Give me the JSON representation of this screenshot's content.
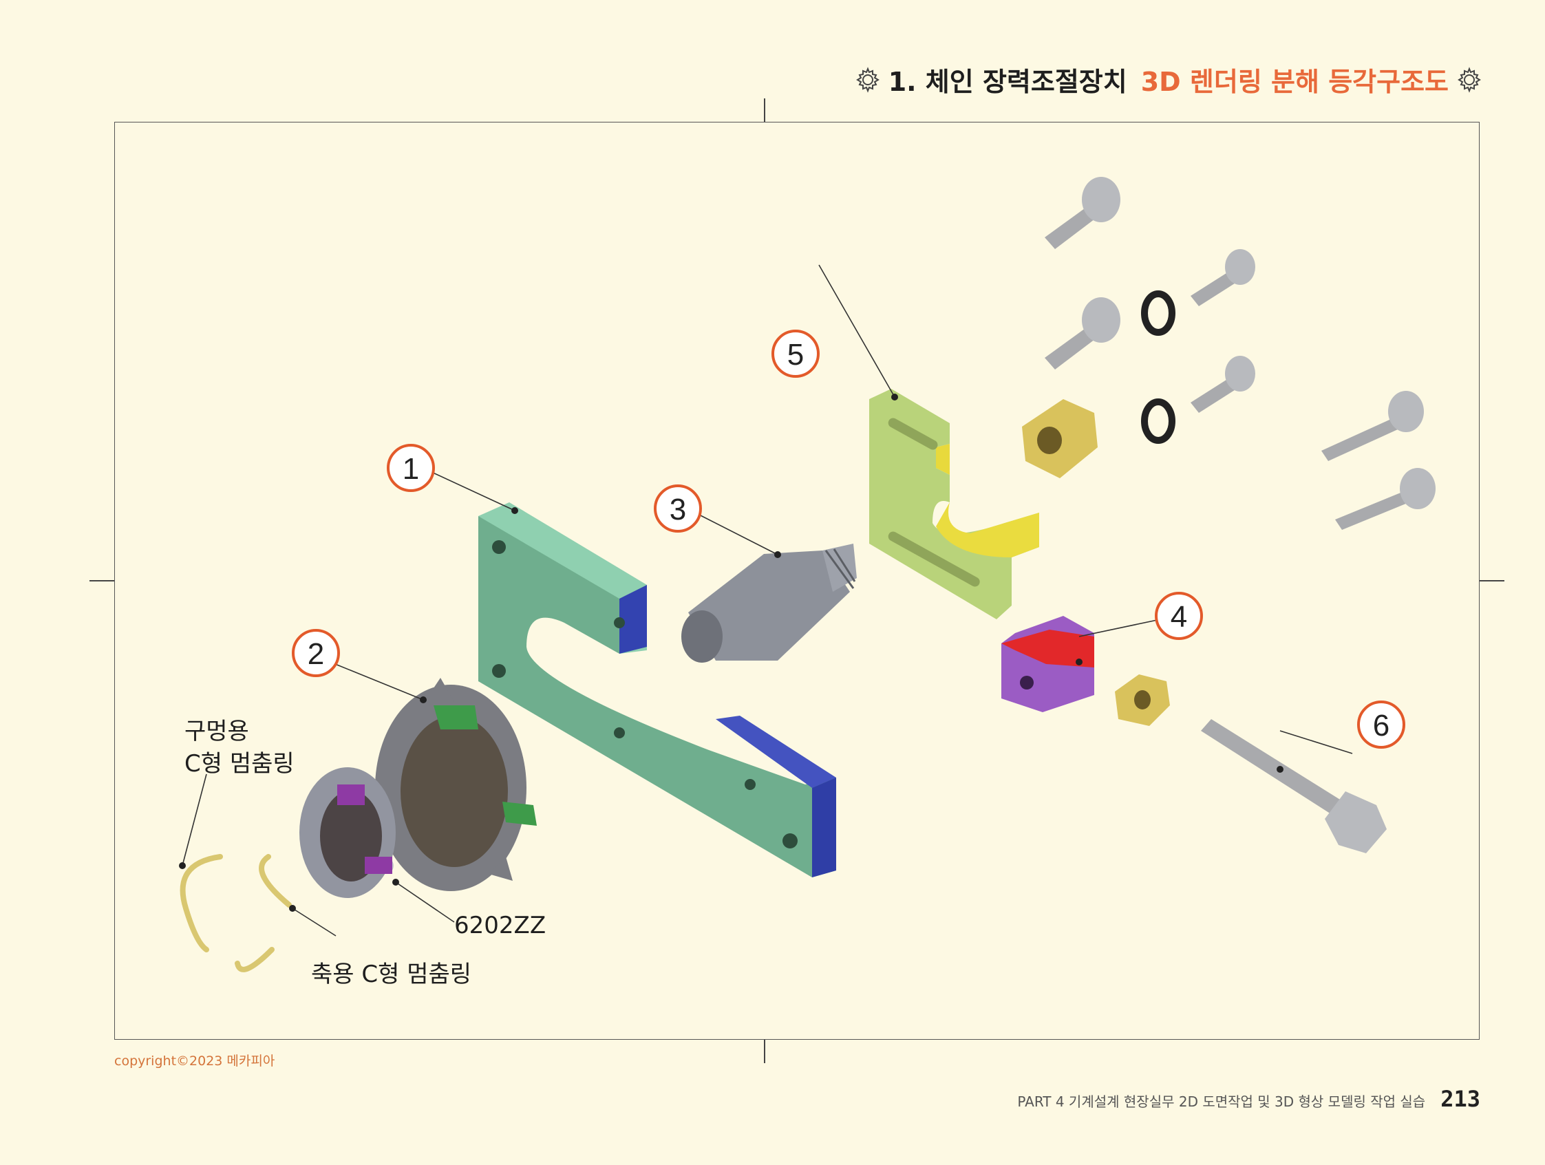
{
  "header": {
    "title_main": "1. 체인 장력조절장치",
    "title_accent": "3D 렌더링 분해 등각구조도",
    "accent_color": "#e8693a"
  },
  "callouts": [
    "1",
    "2",
    "3",
    "4",
    "5",
    "6"
  ],
  "labels": {
    "hole_ring_line1": "구멍용",
    "hole_ring_line2": "C형 멈춤링",
    "shaft_ring": "축용 C형 멈춤링",
    "bearing": "6202ZZ"
  },
  "copyright": "copyright©2023 메카피아",
  "footer": {
    "part": "PART 4 기계설계 현장실무 2D 도면작업 및 3D 형상 모델링 작업 실습",
    "page": "213"
  },
  "icons": [
    "gear-icon"
  ],
  "part_colors": {
    "plate_1": "#7cc3a0",
    "plate_face": "#3a49b8",
    "sprocket": "#7a7a80",
    "pin_3": "#8a8e96",
    "block_4": "#9b5cc4",
    "block_4_top": "#e2282a",
    "plate_5": "#b9d37a",
    "plate_5_face": "#e9dd3c",
    "bolt": "#a9aaad",
    "nut": "#d9c25c",
    "washer": "#222222"
  }
}
